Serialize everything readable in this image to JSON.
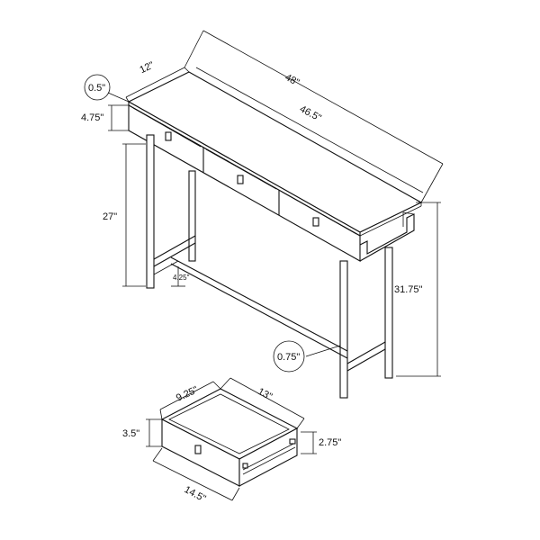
{
  "diagram": {
    "dimensions": {
      "depth": "12\"",
      "length_outer": "48\"",
      "length_inner": "46.5\"",
      "top_thickness": "0.5\"",
      "apron_height": "4.75\"",
      "knee_clearance": "27\"",
      "shelf_height": "4.25\"",
      "total_height": "31.75\"",
      "leg_width": "0.75\"",
      "drawer_depth": "9.25\"",
      "drawer_width": "13\"",
      "drawer_height": "3.5\"",
      "drawer_inner_height": "2.75\"",
      "drawer_front_width": "14.5\""
    }
  }
}
